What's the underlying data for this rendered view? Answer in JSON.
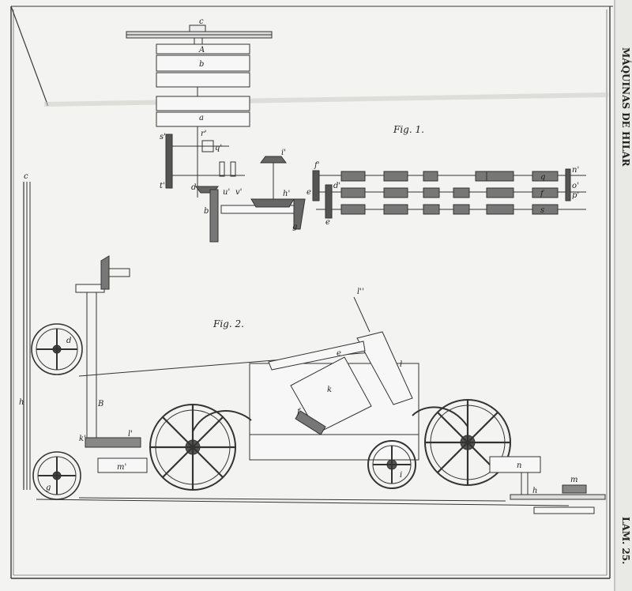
{
  "plate": {
    "side_title": "MÁQUINAS DE HILAR",
    "plate_number": "LAM. 25."
  },
  "fig1": {
    "title": "Fig. 1.",
    "labels": {
      "c": "c",
      "A": "A",
      "b": "b",
      "a": "a",
      "s_prime": "s'",
      "r_prime": "r'",
      "q_prime": "q'",
      "t_prime": "t'",
      "d": "d",
      "u_prime": "u'",
      "v_prime": "v'",
      "i_prime": "i'",
      "h_prime": "h'",
      "b_lower": "b",
      "g": "g",
      "f_prime": "f'",
      "d_prime": "d'",
      "e_left": "e",
      "e_lower": "e",
      "q": "q",
      "f": "f",
      "s": "s",
      "n_prime": "n'",
      "o_prime": "o'",
      "p_prime": "p'"
    }
  },
  "fig2": {
    "title": "Fig. 2.",
    "labels": {
      "c": "c",
      "d": "d",
      "B": "B",
      "h_left": "h",
      "k_prime": "k'",
      "l_prime": "l'",
      "m_prime": "m'",
      "g": "g",
      "l_double": "l''",
      "e": "e",
      "l": "l",
      "k": "k",
      "f": "f",
      "i": "i",
      "n": "n",
      "h": "h",
      "m": "m"
    }
  }
}
